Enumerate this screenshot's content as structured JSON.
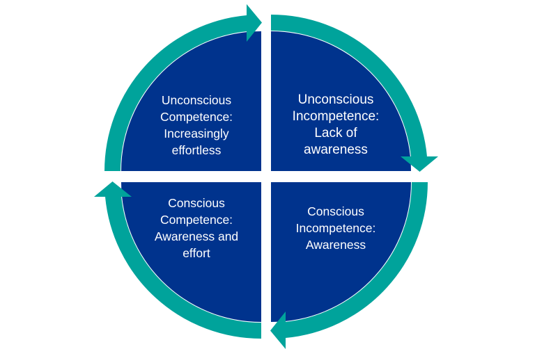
{
  "colors": {
    "ring": "#00a39b",
    "quadrant": "#00338d",
    "text": "#ffffff"
  },
  "quadrants": [
    {
      "id": "top-left",
      "lines": [
        "Unconscious",
        "Competence:",
        "Increasingly",
        "effortless"
      ]
    },
    {
      "id": "top-right",
      "lines": [
        "Unconscious",
        "Incompetence:",
        "Lack of",
        "awareness"
      ]
    },
    {
      "id": "bottom-right",
      "lines": [
        "Conscious",
        "Incompetence:",
        "Awareness"
      ]
    },
    {
      "id": "bottom-left",
      "lines": [
        "Conscious",
        "Competence:",
        "Awareness and",
        "effort"
      ]
    }
  ]
}
